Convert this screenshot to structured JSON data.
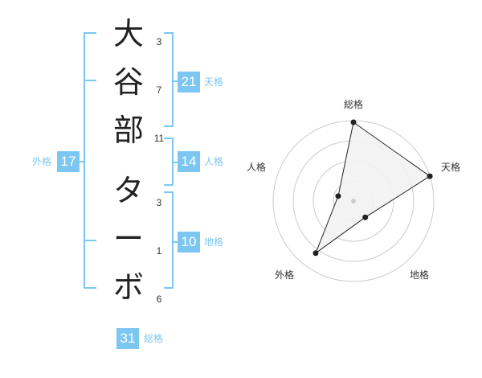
{
  "name": {
    "chars": [
      "大",
      "谷",
      "部",
      "タ",
      "ー",
      "ボ"
    ],
    "strokes": [
      "3",
      "7",
      "11",
      "3",
      "1",
      "6"
    ]
  },
  "scores": {
    "tenkaku": {
      "value": "21",
      "label": "天格"
    },
    "jinkaku": {
      "value": "14",
      "label": "人格"
    },
    "chikaku": {
      "value": "10",
      "label": "地格"
    },
    "gaikaku": {
      "value": "17",
      "label": "外格"
    },
    "soukaku": {
      "value": "31",
      "label": "総格"
    }
  },
  "radar": {
    "axes": [
      "総格",
      "天格",
      "地格",
      "外格",
      "人格"
    ],
    "values": [
      0.98,
      1.0,
      0.25,
      0.8,
      0.2
    ],
    "ring_count": 4,
    "colors": {
      "ring": "#cccccc",
      "fill": "#f2f2f2",
      "line": "#222222",
      "center": "#cccccc"
    }
  },
  "colors": {
    "accent": "#7cc7f2"
  }
}
